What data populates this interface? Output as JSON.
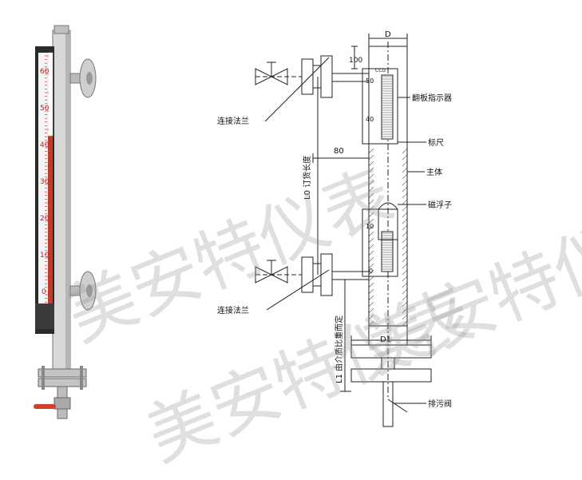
{
  "photo": {
    "scale_top_label": "60",
    "scale_numbers": [
      "50",
      "40",
      "30",
      "20",
      "10",
      "0"
    ]
  },
  "diagram": {
    "labels": {
      "width_top": "D",
      "dim_100": "100",
      "dim_80": "80",
      "flange_upper": "连接法兰",
      "flange_lower": "连接法兰",
      "indicator": "翻板指示器",
      "scale": "标尺",
      "body": "主体",
      "float": "磁浮子",
      "center_distance": "L0 订货长度",
      "bottom_flange": "D1",
      "medium_len": "L1 由介质比重而定",
      "drain_valve": "排污阀"
    },
    "scale_marks": [
      "50",
      "40",
      "10",
      "0"
    ],
    "brand": "CCG"
  },
  "watermark": {
    "text": "美安特仪表"
  }
}
